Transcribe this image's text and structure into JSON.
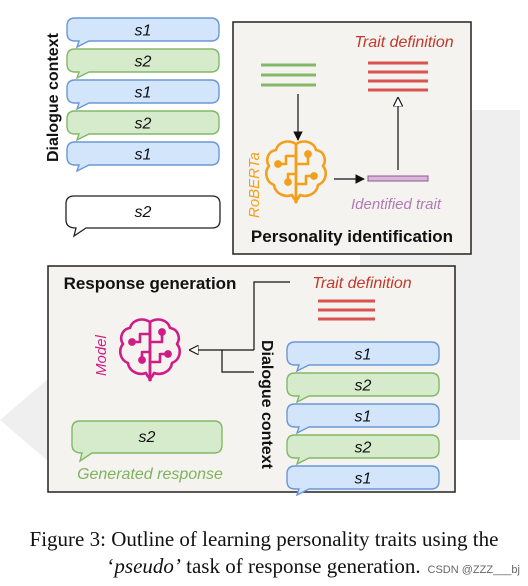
{
  "figure": {
    "top_panel": {
      "title": "Personality identification",
      "trait_definition_label": "Trait definition",
      "model_label": "RoBERTa",
      "identified_trait_label": "Identified trait"
    },
    "bottom_panel": {
      "title": "Response generation",
      "trait_definition_label": "Trait definition",
      "model_label": "Model",
      "dialogue_context_label": "Dialogue context",
      "generated_response_label": "Generated response",
      "generated_bubble": "s2"
    },
    "dialogue_context_label": "Dialogue context",
    "left_bubbles": [
      "s1",
      "s2",
      "s1",
      "s2",
      "s1"
    ],
    "target_bubble": "s2",
    "bottom_bubbles": [
      "s1",
      "s2",
      "s1",
      "s2",
      "s1"
    ],
    "colors": {
      "blue_fill": "#d2e5fb",
      "blue_stroke": "#6a98d6",
      "green_fill": "#d6ebcb",
      "green_stroke": "#83b867",
      "panel_fill": "#f5f3ef",
      "trait_red": "#d9534f",
      "identified_purple": "#b07ab4",
      "roberta_orange": "#f2a01c",
      "model_magenta": "#cf1c86",
      "generated_green": "#7fb35c"
    }
  },
  "caption": {
    "line1": "Figure 3: Outline of learning personality traits using the",
    "line2_prefix": "‘",
    "line2_em": "pseudo’",
    "line2_rest": " task of response generation."
  },
  "watermark": "CSDN @ZZZ___bj"
}
